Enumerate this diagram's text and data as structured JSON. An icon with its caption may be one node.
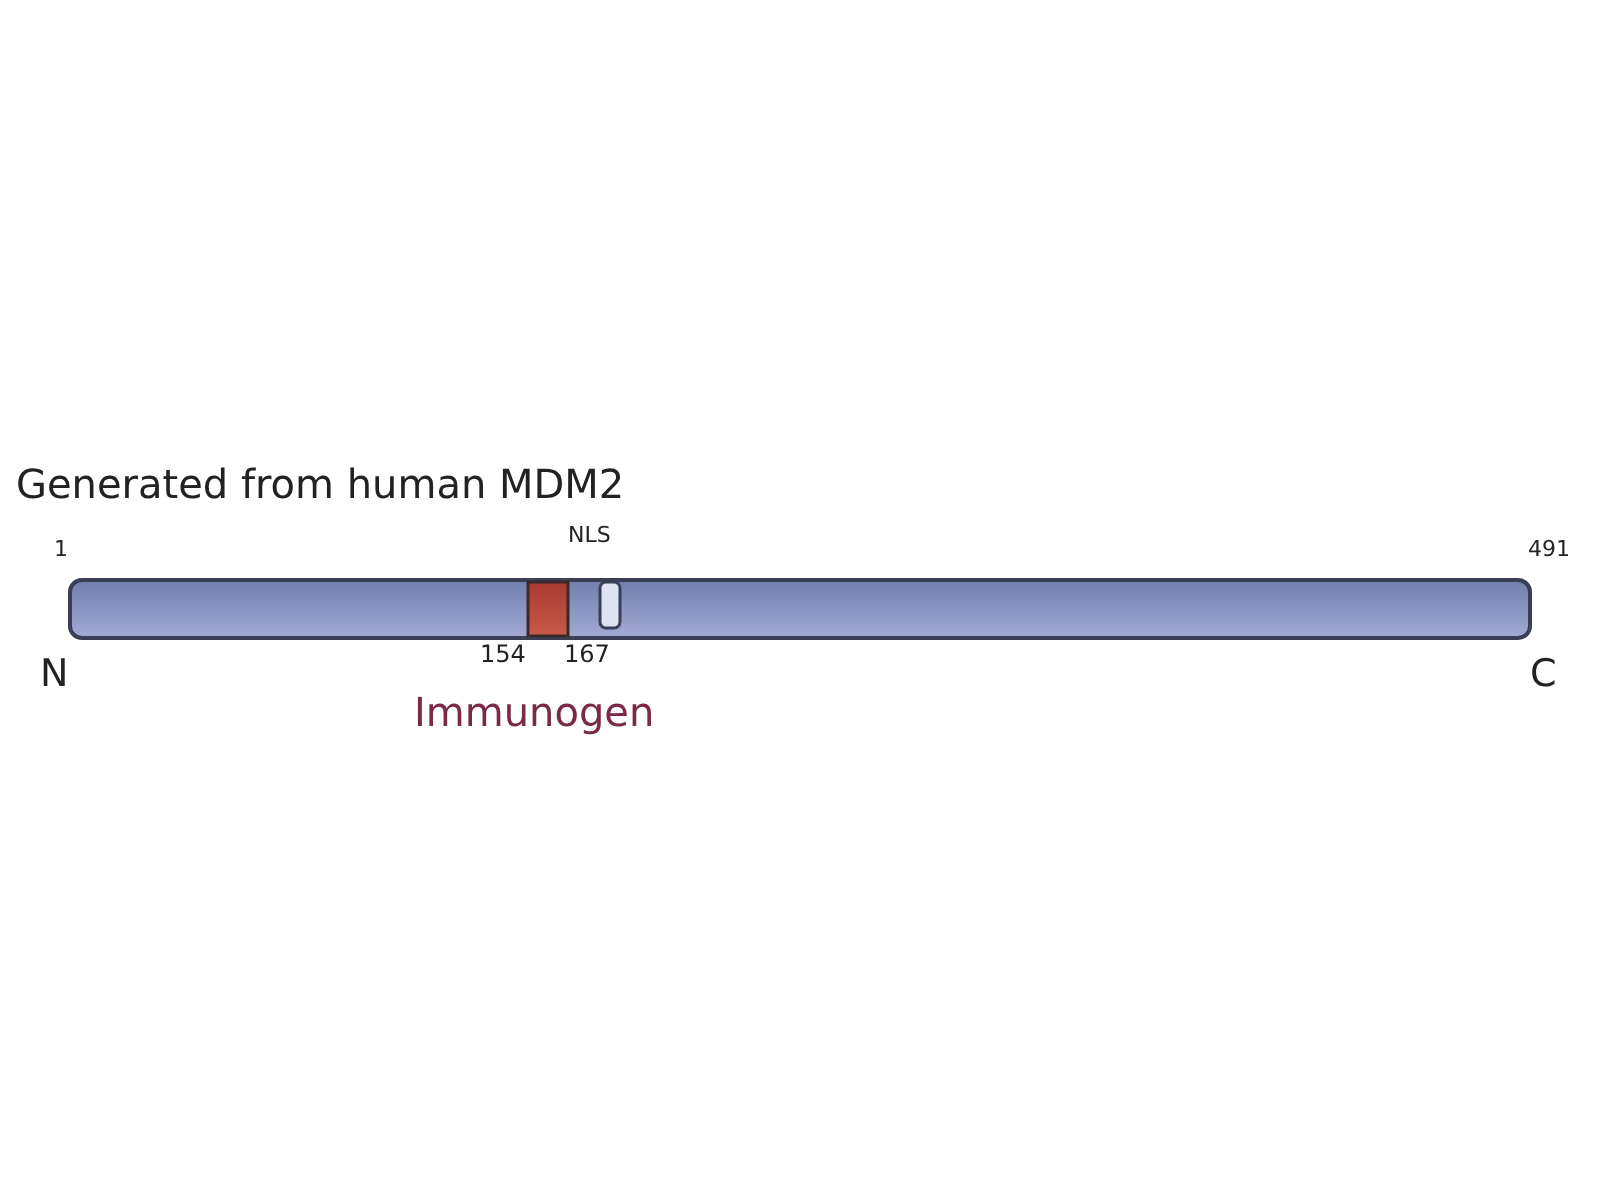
{
  "diagram": {
    "title": "Generated from human MDM2",
    "labels": [
      "1",
      "NLS",
      "491",
      "N",
      "154",
      "167",
      "C",
      "Immunogen"
    ]
  }
}
